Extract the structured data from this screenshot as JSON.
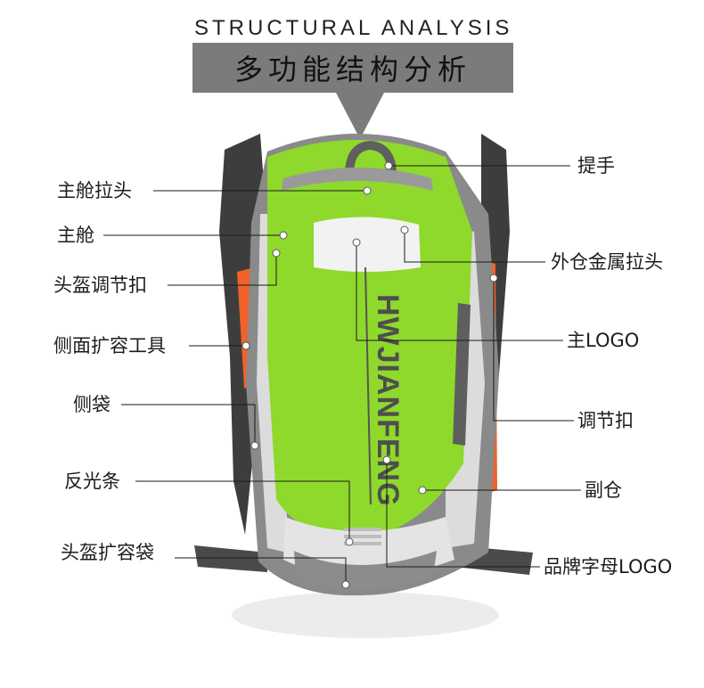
{
  "header": {
    "title_en": "STRUCTURAL ANALYSIS",
    "title_cn": "多功能结构分析"
  },
  "product": {
    "brand_vertical": "HWJIANFENG",
    "colors": {
      "body": "#8fd92c",
      "panel": "#e6e6e6",
      "trim": "#6d6d6d",
      "accent": "#f0622a",
      "brand_text": "#4e4e4e"
    }
  },
  "labels": {
    "handle": "提手",
    "main_zipper": "主舱拉头",
    "main_compartment": "主舱",
    "outer_metal_zipper": "外仓金属拉头",
    "helmet_buckle": "头盔调节扣",
    "main_logo": "主LOGO",
    "side_expansion_tool": "侧面扩容工具",
    "adjust_buckle": "调节扣",
    "side_pocket": "侧袋",
    "reflective_strip": "反光条",
    "secondary_compartment": "副仓",
    "helmet_expansion_bag": "头盔扩容袋",
    "brand_letter_logo": "品牌字母LOGO"
  }
}
